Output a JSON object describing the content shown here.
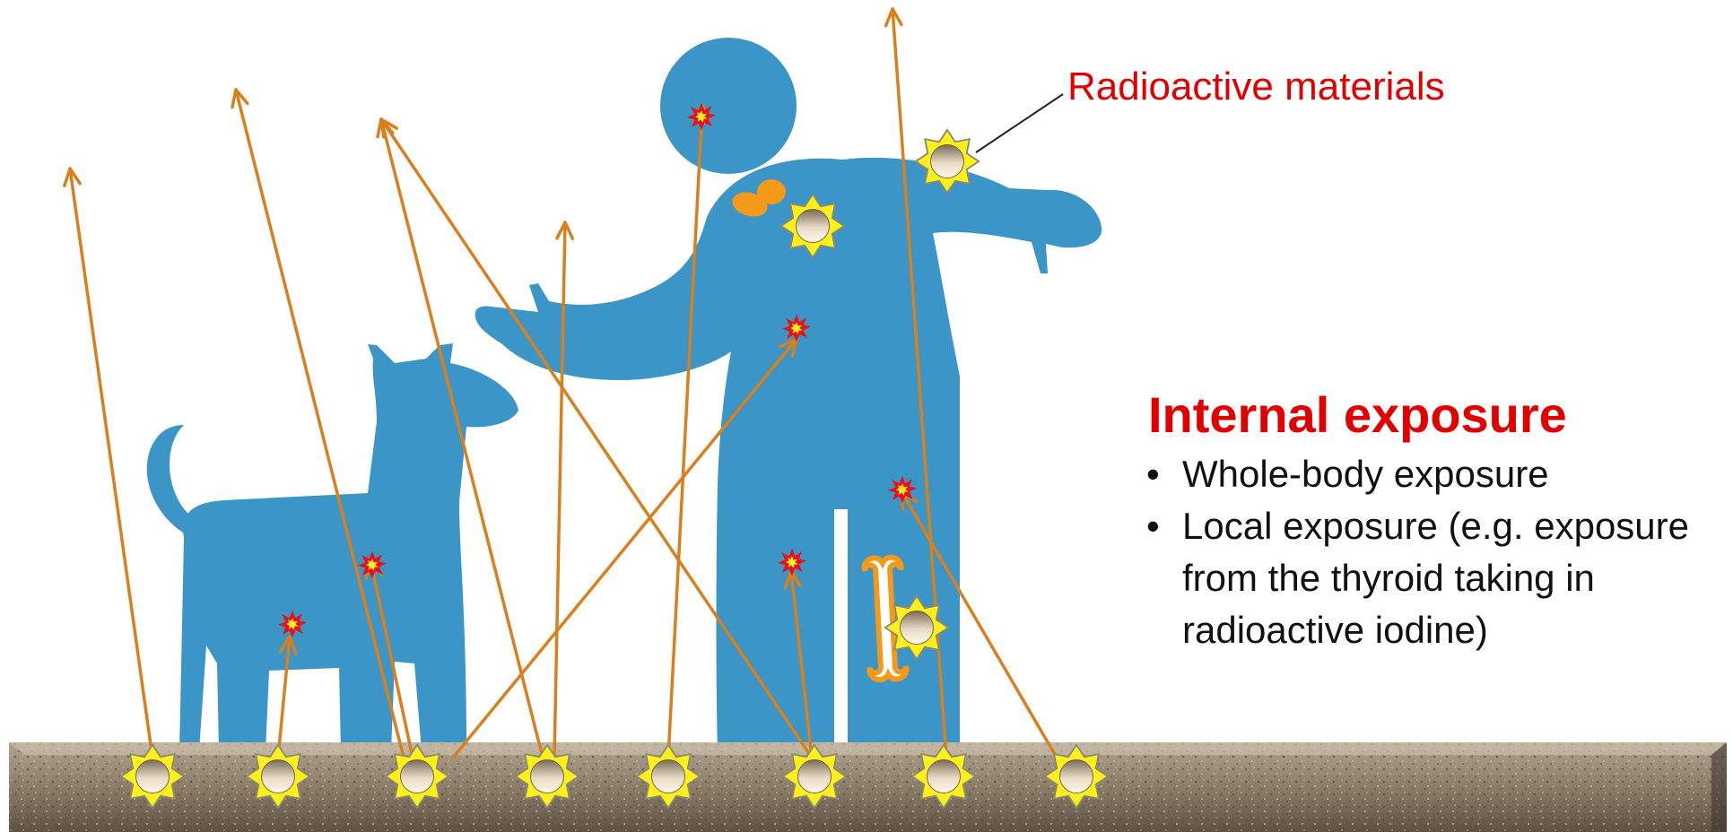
{
  "callout": {
    "label": "Radioactive materials"
  },
  "panel": {
    "heading": "Internal exposure",
    "bullets": [
      "Whole-body exposure",
      "Local exposure (e.g. exposure from the thyroid taking in radioactive iodine)"
    ]
  },
  "colors": {
    "silhouette": "#3b95c6",
    "ray": "#d8801e",
    "source_star": "#ffef1a",
    "hit_burst": "#e8101a",
    "label_red": "#e00000",
    "ground": "#8a7a68"
  },
  "icons": {
    "source": "radioactive-source-icon",
    "hit": "radiation-hit-icon",
    "thyroid": "thyroid-icon",
    "bone": "bone-icon",
    "person": "person-silhouette",
    "dog": "dog-silhouette"
  }
}
